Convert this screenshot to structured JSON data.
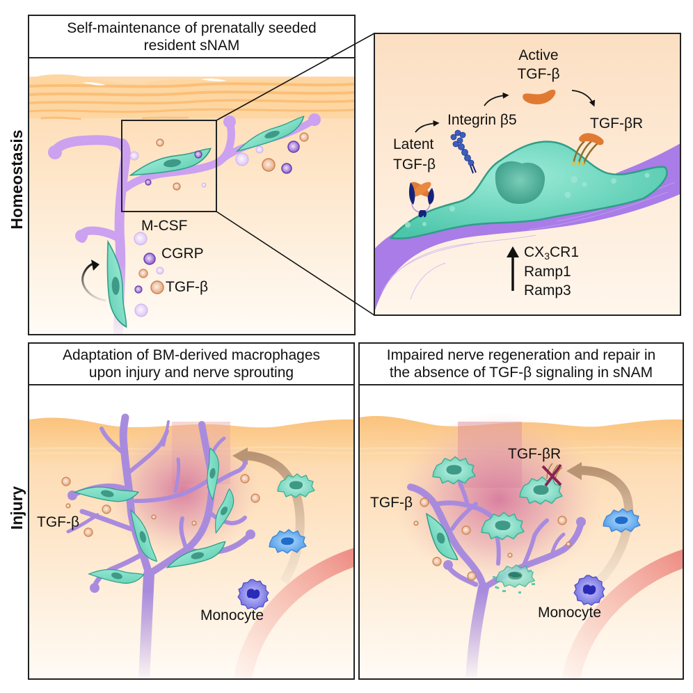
{
  "figure_type": "graphical-abstract",
  "row_labels": {
    "top": "Homeostasis",
    "bottom": "Injury"
  },
  "homeostasis_panel": {
    "title_lines": [
      "Self-maintenance of prenatally seeded",
      "resident sNAM"
    ],
    "labels": {
      "mcsf": "M-CSF",
      "cgrp": "CGRP",
      "tgfb": "TGF-β"
    }
  },
  "inset_panel": {
    "active_lines": [
      "Active",
      "TGF-β"
    ],
    "integrin": "Integrin β5",
    "receptor": "TGF-βR",
    "latent_lines": [
      "Latent",
      "TGF-β"
    ],
    "upregulated": {
      "direction": "up",
      "cx3cr1": {
        "main": "CX",
        "sub": "3",
        "tail": "CR1"
      },
      "genes": [
        "Ramp1",
        "Ramp3"
      ]
    }
  },
  "injury_left_panel": {
    "title_lines": [
      "Adaptation of BM-derived macrophages",
      "upon injury and nerve sprouting"
    ],
    "labels": {
      "tgfb": "TGF-β",
      "monocyte": "Monocyte"
    }
  },
  "injury_right_panel": {
    "title_lines": [
      "Impaired nerve regeneration and repair in",
      "the absence of TGF-β signaling in sNAM"
    ],
    "labels": {
      "receptor": "TGF-βR",
      "tgfb": "TGF-β",
      "monocyte": "Monocyte"
    }
  },
  "symbols": {
    "renewal": "curved-arrow-icon",
    "upregulation": "up-arrow-icon",
    "blocked_receptor": "cross-mark-icon",
    "recruitment": "curved-recruitment-arrow-icon"
  },
  "colors": {
    "nerve": "#CBA1F0",
    "nerve_injury": "#A98BDE",
    "snam_cell": "#7FD8C2",
    "cell_outline": "#2F9E86",
    "skin": "#FBC683",
    "tgfb_particle": "#E0A070",
    "cgrp_particle": "#7B4BB5",
    "mcsf_particle": "#DCC3F3",
    "injury_site": "#D36F9B",
    "monocyte": "#6E6CE0",
    "bm_macrophage": "#5AA6EE",
    "tgfb_protein": "#E07A32",
    "integrin": "#3B5FC0",
    "blocked_mark": "#8B2252"
  }
}
